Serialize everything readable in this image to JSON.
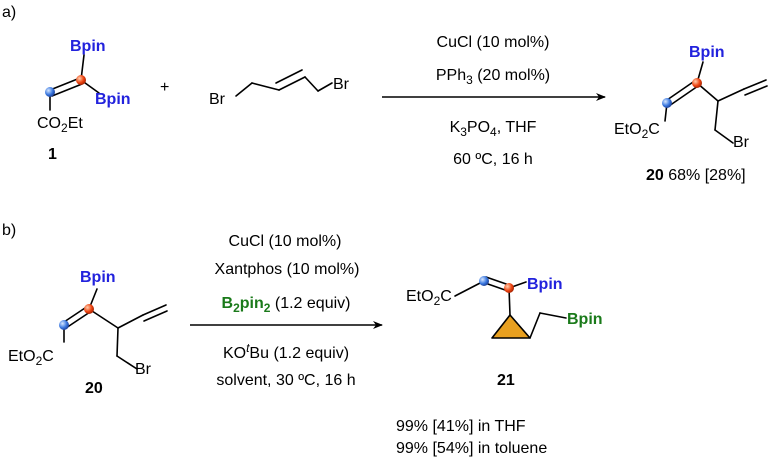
{
  "panel_a": {
    "label": "a)",
    "reagent_bpin_top": "Bpin",
    "reagent_bpin_right": "Bpin",
    "reagent_ester": "CO",
    "reagent_ester_sub": "2",
    "reagent_ester_tail": "Et",
    "reagent_number": "1",
    "plus": "+",
    "dibromide_left": "Br",
    "dibromide_right": "Br",
    "conditions_above": [
      "CuCl (10 mol%)",
      "PPh"
    ],
    "pph_sub": "3",
    "pph_tail": " (20 mol%)",
    "k3po4_a": "K",
    "k3po4_sub1": "3",
    "k3po4_b": "PO",
    "k3po4_sub2": "4",
    "k3po4_c": ", THF",
    "conditions_temp": "60 ºC, 16 h",
    "product_bpin": "Bpin",
    "product_ester_a": "EtO",
    "product_ester_sub": "2",
    "product_ester_b": "C",
    "product_br": "Br",
    "product_number": "20",
    "product_yield": " 68% [28%]"
  },
  "panel_b": {
    "label": "b)",
    "reagent_bpin": "Bpin",
    "reagent_ester_a": "EtO",
    "reagent_ester_sub": "2",
    "reagent_ester_b": "C",
    "reagent_br": "Br",
    "reagent_number": "20",
    "cond_1": "CuCl (10 mol%)",
    "cond_2": "Xantphos (10 mol%)",
    "cond_3_a": "B",
    "cond_3_sub1": "2",
    "cond_3_b": "pin",
    "cond_3_sub2": "2",
    "cond_3_tail": "  (1.2 equiv)",
    "cond_4_a": "KO",
    "cond_4_sup": "t",
    "cond_4_b": "Bu  (1.2 equiv)",
    "cond_5": "solvent, 30 ºC, 16 h",
    "product_ester_a": "EtO",
    "product_ester_sub": "2",
    "product_ester_b": "C",
    "product_bpin": "Bpin",
    "product_bpin_green": "Bpin",
    "product_number": "21",
    "yield_1": "99% [41%] in THF",
    "yield_2": "99% [54%] in toluene"
  },
  "colors": {
    "bpin_blue": "#2222dd",
    "bpin_green": "#1a7a1a",
    "atom_red": "#ee4411",
    "atom_blue": "#3a78e0",
    "cyclopropane": "#e8a020"
  }
}
